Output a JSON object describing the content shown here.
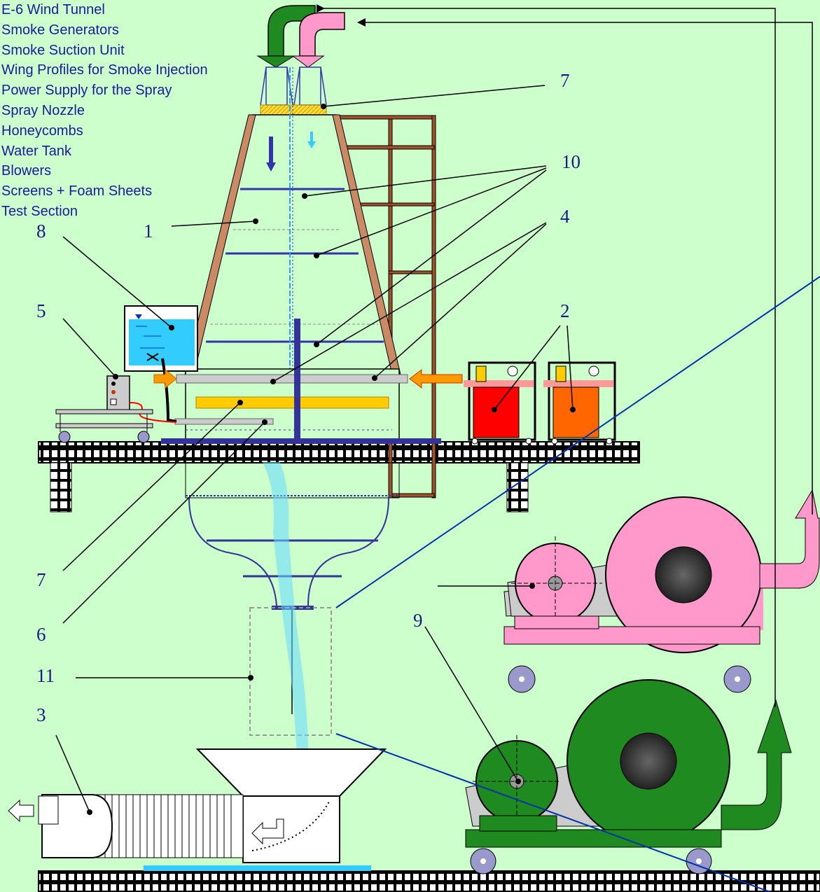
{
  "legend": {
    "items": [
      "E-6 Wind Tunnel",
      "Smoke Generators",
      "Smoke Suction Unit",
      "Wing Profiles for Smoke Injection",
      "Power Supply for the Spray",
      "Spray Nozzle",
      "Honeycombs",
      "Water Tank",
      "Blowers",
      "Screens + Foam Sheets",
      "Test Section"
    ]
  },
  "callouts": {
    "c1": "1",
    "c2": "2",
    "c3": "3",
    "c4": "4",
    "c5": "5",
    "c6": "6",
    "c7_top": "7",
    "c7_bottom": "7",
    "c8": "8",
    "c9": "9",
    "c10": "10",
    "c11": "11"
  },
  "colors": {
    "background": "#ccffcc",
    "text": "#1a1a9e",
    "blower_pink": "#ff99cc",
    "blower_green": "#1f8a1f",
    "generator_red": "#ff0000",
    "generator_orange": "#ff6600",
    "honeycomb_yellow": "#ffcc00",
    "water": "#33ccff",
    "rail": "#000000"
  }
}
